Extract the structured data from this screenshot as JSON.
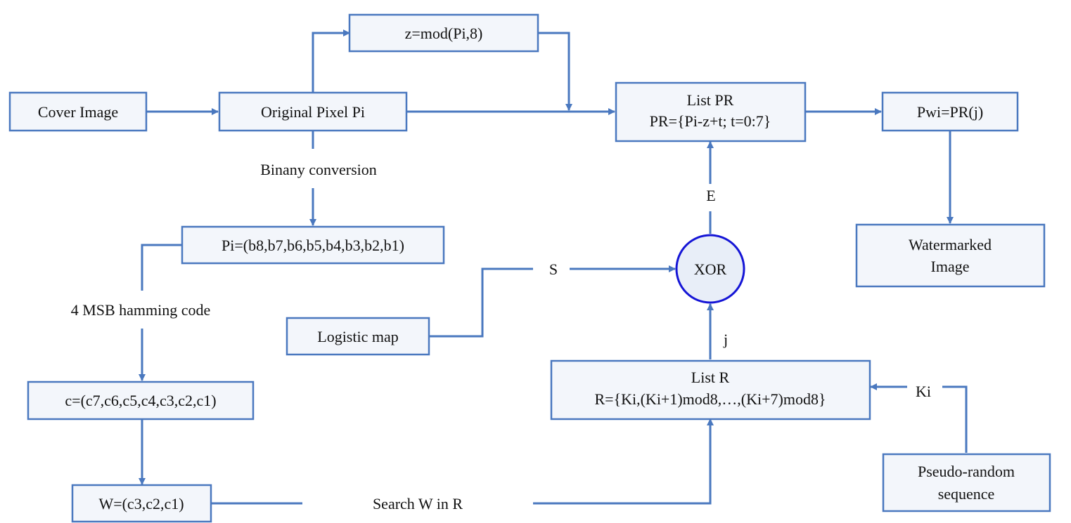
{
  "nodes": {
    "cover_image": "Cover Image",
    "original_pixel": "Original Pixel Pi",
    "z_mod": "z=mod(Pi,8)",
    "list_pr_title": "List PR",
    "list_pr_formula": "PR={Pi-z+t; t=0:7}",
    "pwi": "Pwi=PR(j)",
    "watermarked_line1": "Watermarked",
    "watermarked_line2": "Image",
    "pi_bits": "Pi=(b8,b7,b6,b5,b4,b3,b2,b1)",
    "xor": "XOR",
    "logistic_map": "Logistic map",
    "c_bits": "c=(c7,c6,c5,c4,c3,c2,c1)",
    "list_r_title": "List R",
    "list_r_formula": "R={Ki,(Ki+1)mod8,…,(Ki+7)mod8}",
    "w_bits": "W=(c3,c2,c1)",
    "pseudo_line1": "Pseudo-random",
    "pseudo_line2": "sequence"
  },
  "edge_labels": {
    "binary_conversion": "Binany conversion",
    "hamming": "4 MSB hamming code",
    "s": "S",
    "e": "E",
    "j": "j",
    "ki": "Ki",
    "search": "Search W in R"
  },
  "colors": {
    "box_fill": "#f3f6fb",
    "box_stroke": "#4a78bf",
    "xor_stroke": "#1515d6",
    "arrow": "#4a78bf"
  }
}
